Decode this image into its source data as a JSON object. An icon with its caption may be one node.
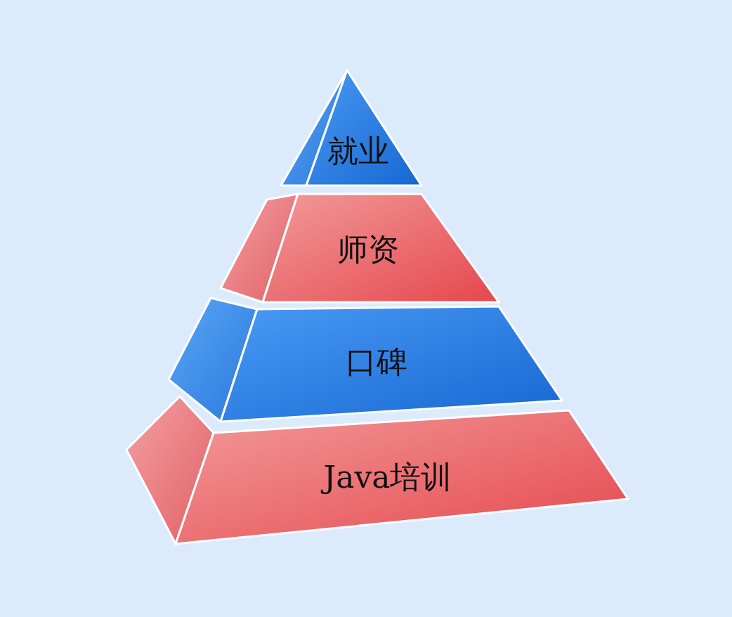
{
  "diagram": {
    "nodes": [
      {
        "text": [
          "就业"
        ]
      },
      {
        "text": [
          "师资"
        ]
      },
      {
        "text": [
          "口碑"
        ]
      },
      {
        "text": [
          "Java培训"
        ]
      }
    ]
  }
}
